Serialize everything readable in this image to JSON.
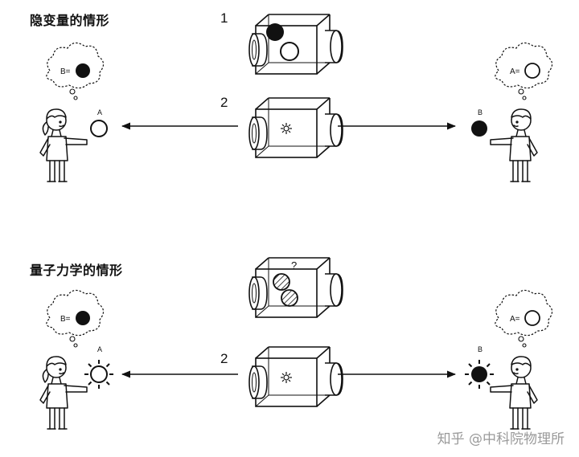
{
  "sections": {
    "hidden_variable": {
      "title": "隐变量的情形"
    },
    "quantum": {
      "title": "量子力学的情形"
    }
  },
  "labels": {
    "step1": "1",
    "step2": "2",
    "step2b": "2",
    "ball_a": "A",
    "ball_b": "B",
    "ball_a2": "A",
    "ball_b2": "B",
    "thought_left": "B=",
    "thought_right": "A=",
    "thought_left2": "B=",
    "thought_right2": "A=",
    "question": "?"
  },
  "watermark": "知乎 @中科院物理所"
}
